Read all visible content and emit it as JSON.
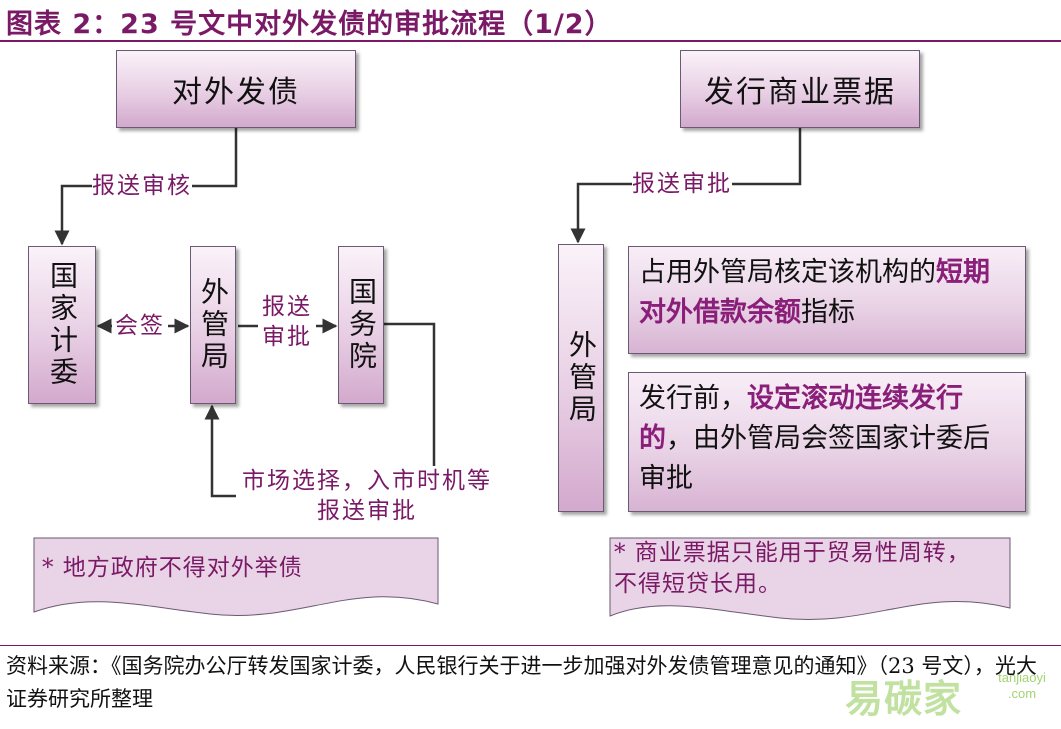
{
  "title": "图表 2：23 号文中对外发债的审批流程（1/2）",
  "left": {
    "top_box": "对外发债",
    "submit_review_label": "报送审核",
    "node_1": "国家计委",
    "node_2": "外管局",
    "node_3": "国务院",
    "cosign_label": "会签",
    "submit_approve_label": "报送审批",
    "feedback_label": "市场选择，入市时机等报送审批",
    "note": "*  地方政府不得对外举债"
  },
  "right": {
    "top_box": "发行商业票据",
    "submit_approve_label": "报送审批",
    "node": "外管局",
    "item_1_pre": "占用外管局核定该机构的",
    "item_1_em": "短期对外借款余额",
    "item_1_post": "指标",
    "item_2_pre": "发行前，",
    "item_2_em": "设定滚动连续发行的",
    "item_2_post": "，由外管局会签国家计委后审批",
    "note": "*  商业票据只能用于贸易性周转，不得短贷长用。"
  },
  "source": "资料来源：《国务院办公厅转发国家计委，人民银行关于进一步加强对外发债管理意见的通知》（23 号文），光大证券研究所整理",
  "watermark": "易碳家",
  "watermark_sub": "tanjiaoyi .com",
  "colors": {
    "accent": "#7a1a66",
    "box_fill": "#e8cfe4",
    "emphasis": "#8a1f7a"
  }
}
